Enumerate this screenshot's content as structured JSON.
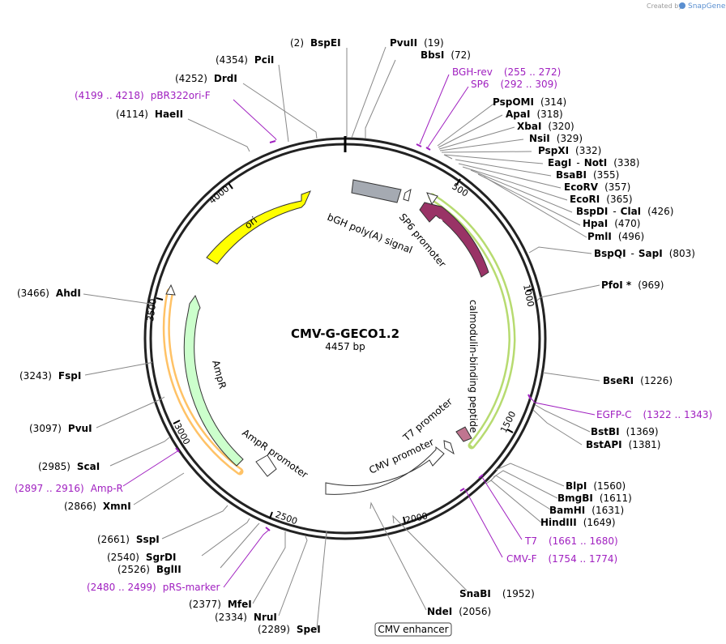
{
  "map": {
    "name": "CMV-G-GECO1.2",
    "size_label": "4457 bp",
    "created_by": "Created by",
    "brand": "SnapGene"
  },
  "ticks": [
    "500",
    "1000",
    "1500",
    "2000",
    "2500",
    "3000",
    "3500",
    "4000"
  ],
  "enzymes": [
    {
      "name": "BspEI",
      "pos": "(2)"
    },
    {
      "name": "PvuII",
      "pos": "(19)"
    },
    {
      "name": "BbsI",
      "pos": "(72)"
    },
    {
      "name": "PciI",
      "pos": "(4354)"
    },
    {
      "name": "DrdI",
      "pos": "(4252)"
    },
    {
      "name": "HaeII",
      "pos": "(4114)"
    },
    {
      "name": "PspOMI",
      "pos": "(314)"
    },
    {
      "name": "ApaI",
      "pos": "(318)"
    },
    {
      "name": "XbaI",
      "pos": "(320)"
    },
    {
      "name": "NsiI",
      "pos": "(329)"
    },
    {
      "name": "PspXI",
      "pos": "(332)"
    },
    {
      "name": "EagI",
      "name2": "NotI",
      "pos": "(338)"
    },
    {
      "name": "BsaBI",
      "pos": "(355)"
    },
    {
      "name": "EcoRV",
      "pos": "(357)"
    },
    {
      "name": "EcoRI",
      "pos": "(365)"
    },
    {
      "name": "BspDI",
      "name2": "ClaI",
      "pos": "(426)"
    },
    {
      "name": "HpaI",
      "pos": "(470)"
    },
    {
      "name": "PmlI",
      "pos": "(496)"
    },
    {
      "name": "BspQI",
      "name2": "SapI",
      "pos": "(803)"
    },
    {
      "name": "PfoI *",
      "pos": "(969)"
    },
    {
      "name": "BseRI",
      "pos": "(1226)"
    },
    {
      "name": "BstBI",
      "pos": "(1369)"
    },
    {
      "name": "BstAPI",
      "pos": "(1381)"
    },
    {
      "name": "BlpI",
      "pos": "(1560)"
    },
    {
      "name": "BmgBI",
      "pos": "(1611)"
    },
    {
      "name": "BamHI",
      "pos": "(1631)"
    },
    {
      "name": "HindIII",
      "pos": "(1649)"
    },
    {
      "name": "SnaBI",
      "pos": "(1952)"
    },
    {
      "name": "NdeI",
      "pos": "(2056)"
    },
    {
      "name": "SpeI",
      "pos": "(2289)"
    },
    {
      "name": "NruI",
      "pos": "(2334)"
    },
    {
      "name": "MfeI",
      "pos": "(2377)"
    },
    {
      "name": "BglII",
      "pos": "(2526)"
    },
    {
      "name": "SgrDI",
      "pos": "(2540)"
    },
    {
      "name": "SspI",
      "pos": "(2661)"
    },
    {
      "name": "XmnI",
      "pos": "(2866)"
    },
    {
      "name": "ScaI",
      "pos": "(2985)"
    },
    {
      "name": "PvuI",
      "pos": "(3097)"
    },
    {
      "name": "FspI",
      "pos": "(3243)"
    },
    {
      "name": "AhdI",
      "pos": "(3466)"
    }
  ],
  "primers": [
    {
      "name": "BGH-rev",
      "range": "(255 .. 272)"
    },
    {
      "name": "SP6",
      "range": "(292 .. 309)"
    },
    {
      "name": "pBR322ori-F",
      "range": "(4199 .. 4218)"
    },
    {
      "name": "EGFP-C",
      "range": "(1322 .. 1343)"
    },
    {
      "name": "T7",
      "range": "(1661 .. 1680)"
    },
    {
      "name": "CMV-F",
      "range": "(1754 .. 1774)"
    },
    {
      "name": "Amp-R",
      "range": "(2897 .. 2916)"
    },
    {
      "name": "pRS-marker",
      "range": "(2480 .. 2499)"
    }
  ],
  "features": {
    "ori": "ori",
    "ampr": "AmpR",
    "ampr_promoter": "AmpR promoter",
    "calmodulin": "calmodulin",
    "cbp": "calmodulin-binding peptide",
    "bgh": "bGH poly(A) signal",
    "sp6_promoter": "SP6 promoter",
    "t7_promoter": "T7 promoter",
    "cmv_promoter": "CMV promoter",
    "cmv_enhancer": "CMV enhancer"
  },
  "colors": {
    "ori": "#ffff00",
    "ampr": "#ccffcc",
    "calmodulin": "#993366",
    "bgh": "#a5aab2",
    "primer": "#a020c0",
    "cbp_glow": "#99cc33",
    "ampr_glow": "#ff9900"
  }
}
